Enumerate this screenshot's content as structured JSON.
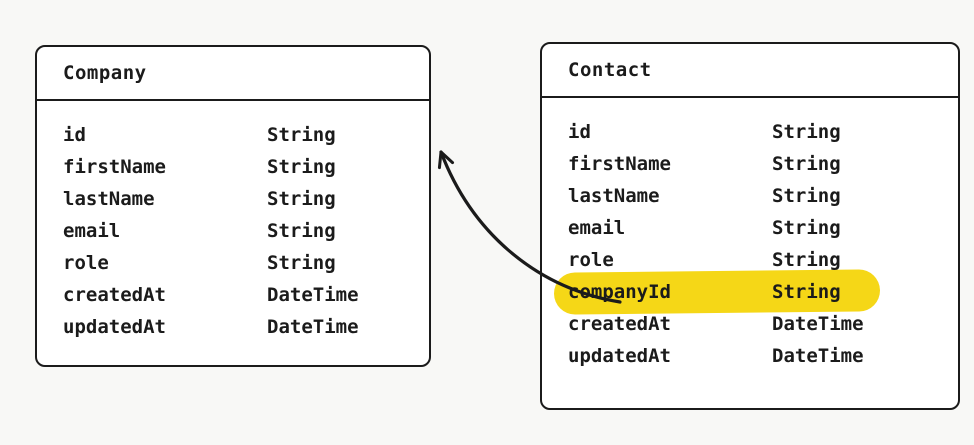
{
  "canvas": {
    "background": "#f8f8f6"
  },
  "entities": [
    {
      "name": "Company",
      "fields": [
        {
          "name": "id",
          "type": "String"
        },
        {
          "name": "firstName",
          "type": "String"
        },
        {
          "name": "lastName",
          "type": "String"
        },
        {
          "name": "email",
          "type": "String"
        },
        {
          "name": "role",
          "type": "String"
        },
        {
          "name": "createdAt",
          "type": "DateTime"
        },
        {
          "name": "updatedAt",
          "type": "DateTime"
        }
      ]
    },
    {
      "name": "Contact",
      "fields": [
        {
          "name": "id",
          "type": "String",
          "highlighted": false
        },
        {
          "name": "firstName",
          "type": "String",
          "highlighted": false
        },
        {
          "name": "lastName",
          "type": "String",
          "highlighted": false
        },
        {
          "name": "email",
          "type": "String",
          "highlighted": false
        },
        {
          "name": "role",
          "type": "String",
          "highlighted": false
        },
        {
          "name": "companyId",
          "type": "String",
          "highlighted": true
        },
        {
          "name": "createdAt",
          "type": "DateTime",
          "highlighted": false
        },
        {
          "name": "updatedAt",
          "type": "DateTime",
          "highlighted": false
        }
      ]
    }
  ],
  "relationship": {
    "from_entity": "Contact",
    "from_field": "companyId",
    "to_entity": "Company"
  },
  "colors": {
    "stroke": "#1b1b1b",
    "box_fill": "#ffffff",
    "highlight": "#f5d717"
  }
}
